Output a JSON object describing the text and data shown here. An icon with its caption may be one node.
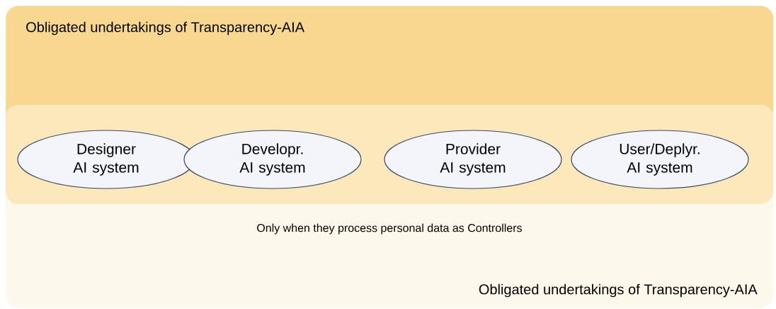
{
  "diagram": {
    "nodes": [
      {
        "text": [
          "Obligated undertakings of Transparency-AIA"
        ]
      },
      {
        "text": [
          "Only when they process personal data as Controllers",
          "Obligated undertakings of Transparency-AIA"
        ]
      },
      {
        "text": [
          "Designer AI system"
        ]
      },
      {
        "text": [
          "Developr. AI system"
        ]
      },
      {
        "text": [
          "Provider AI system"
        ]
      },
      {
        "text": [
          "User/Deplyr. AI system"
        ]
      }
    ]
  }
}
